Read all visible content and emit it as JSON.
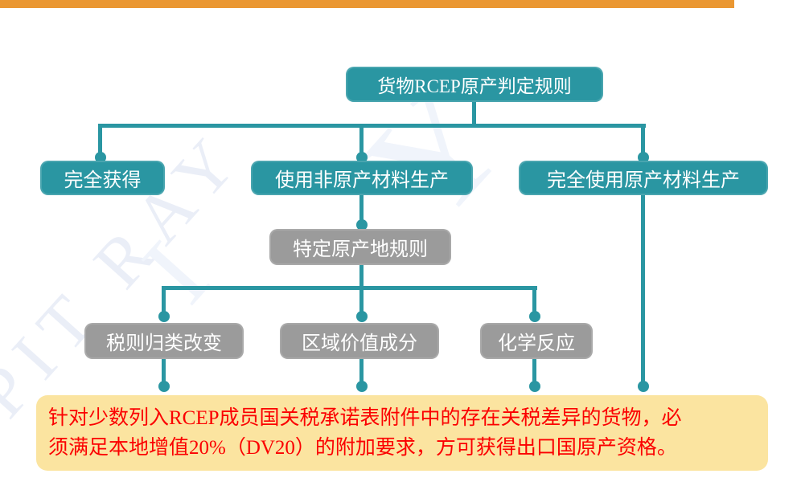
{
  "accent": {
    "bar_color": "#EA9732"
  },
  "colors": {
    "node_teal": "#2A96A2",
    "node_gray": "#9B9B9B",
    "connector": "#2A96A2",
    "note_background": "#FBE4A0",
    "note_text": "#FB0000",
    "watermark": "#EAEEF7"
  },
  "watermark": {
    "text": "PIT RAY",
    "fragment_y": "Y",
    "fragment_i": "I"
  },
  "flowchart": {
    "root": {
      "label": "货物RCEP原产判定规则"
    },
    "branches": [
      {
        "label": "完全获得"
      },
      {
        "label": "使用非原产材料生产"
      },
      {
        "label": "完全使用原产材料生产"
      }
    ],
    "psr": {
      "label": "特定原产地规则"
    },
    "criteria": [
      {
        "label": "税则归类改变"
      },
      {
        "label": "区域价值成分"
      },
      {
        "label": "化学反应"
      }
    ],
    "note": {
      "line1": "针对少数列入RCEP成员国关税承诺表附件中的存在关税差异的货物，必",
      "line2": "须满足本地增值20%（DV20）的附加要求，方可获得出口国原产资格。"
    }
  }
}
